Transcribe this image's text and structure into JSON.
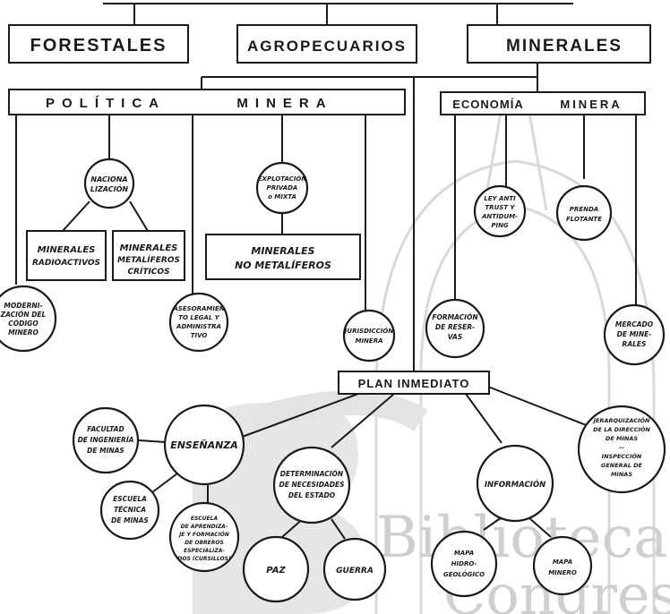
{
  "top_categories": {
    "forestales": "FORESTALES",
    "agropecuarios": "AGROPECUARIOS",
    "minerales": "MINERALES"
  },
  "politica_minera": {
    "title_left": "POLÍTICA",
    "title_right": "MINERA",
    "nacionalizacion": [
      "NACIONA",
      "LIZACIÓN"
    ],
    "radioactivos": [
      "MINERALES",
      "RADIOACTIVOS"
    ],
    "metaliferos_criticos": [
      "MINERALES",
      "METALÍFEROS",
      "CRÍTICOS"
    ],
    "explotacion": [
      "EXPLOTACIÓN",
      "PRIVADA",
      "o MIXTA"
    ],
    "no_metaliferos": [
      "MINERALES",
      "NO METALÍFEROS"
    ],
    "modernizacion": [
      "MODERNI-",
      "ZACIÓN DEL",
      "CÓDIGO",
      "MINERO"
    ],
    "asesoramiento": [
      "ASESORAMIEN",
      "TO LEGAL Y",
      "ADMINISTRA",
      "TIVO"
    ],
    "jurisdiccion": [
      "JURISDICCIÓN",
      "MINERA"
    ]
  },
  "economia_minera": {
    "title_left": "ECONOMÍA",
    "title_right": "MINERA",
    "ley_antitrust": [
      "LEY ANTI",
      "TRUST Y",
      "ANTIDUM-",
      "PING"
    ],
    "prenda_flotante": [
      "PRENDA",
      "FLOTANTE"
    ],
    "formacion_reservas": [
      "FORMACIÓN",
      "DE RESER-",
      "VAS"
    ],
    "mercado_minerales": [
      "MERCADO",
      "DE MINE-",
      "RALES"
    ]
  },
  "plan_inmediato": {
    "title": "PLAN INMEDIATO",
    "facultad": [
      "FACULTAD",
      "DE INGENIERÍA",
      "DE MINAS"
    ],
    "ensenanza": "ENSEÑANZA",
    "escuela_tecnica": [
      "ESCUELA",
      "TÉCNICA",
      "DE MINAS"
    ],
    "escuela_aprendizaje": [
      "ESCUELA",
      "DE APRENDIZA-",
      "JE Y FORMACIÓN",
      "DE OBREROS",
      "ESPECIALIZA-",
      "DOS (CURSILLOS)"
    ],
    "determinacion": [
      "DETERMINACIÓN",
      "DE NECESIDADES",
      "DEL ESTADO"
    ],
    "paz": "PAZ",
    "guerra": "GUERRA",
    "informacion": "INFORMACIÓN",
    "mapa_hidrogeologico": [
      "MAPA",
      "HIDRO-",
      "GEOLÓGICO"
    ],
    "mapa_minero": [
      "MAPA",
      "MINERO"
    ],
    "jerarquizacion": [
      "JERARQUIZACIÓN",
      "DE LA DIRECCIÓN",
      "DE MINAS",
      "—",
      "INSPECCIÓN",
      "GENERAL DE",
      "MINAS"
    ]
  },
  "watermark": {
    "line1": "Biblioteca del",
    "line2": "Congreso"
  }
}
